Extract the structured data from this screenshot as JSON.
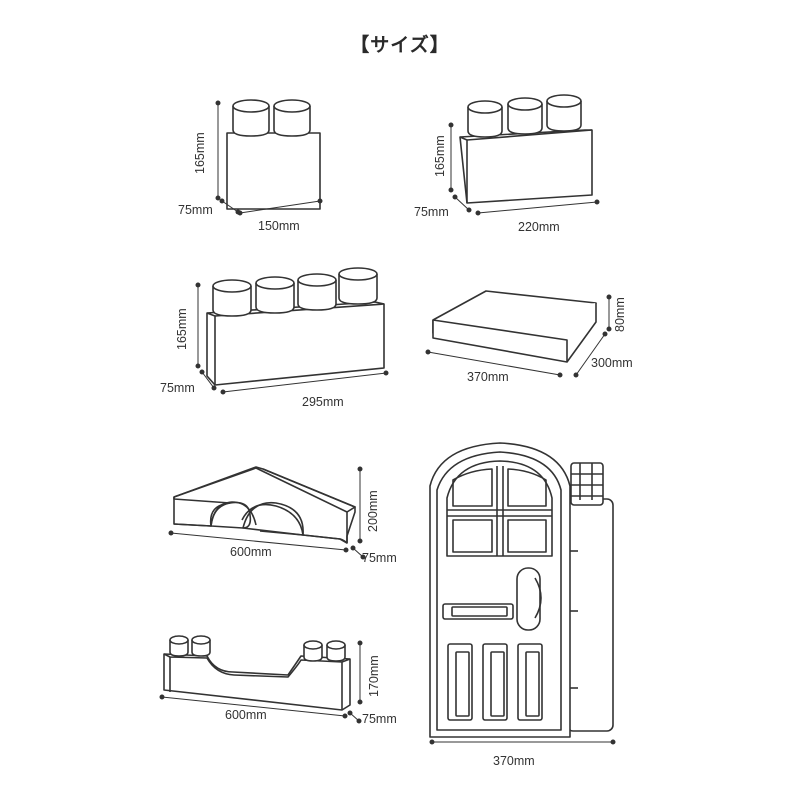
{
  "title": "【サイズ】",
  "figures": [
    {
      "name": "block-2stud",
      "dimensions": {
        "height": "165mm",
        "depth": "75mm",
        "width": "150mm"
      }
    },
    {
      "name": "block-3stud",
      "dimensions": {
        "height": "165mm",
        "depth": "75mm",
        "width": "220mm"
      }
    },
    {
      "name": "block-4stud",
      "dimensions": {
        "height": "165mm",
        "depth": "75mm",
        "width": "295mm"
      }
    },
    {
      "name": "flat-panel",
      "dimensions": {
        "height": "80mm",
        "depth": "300mm",
        "width": "370mm"
      }
    },
    {
      "name": "bridge-block",
      "dimensions": {
        "height": "200mm",
        "depth": "75mm",
        "width": "600mm"
      }
    },
    {
      "name": "curved-base-block",
      "dimensions": {
        "height": "170mm",
        "depth": "75mm",
        "width": "600mm"
      }
    },
    {
      "name": "door-panel",
      "dimensions": {
        "width": "370mm"
      }
    }
  ]
}
